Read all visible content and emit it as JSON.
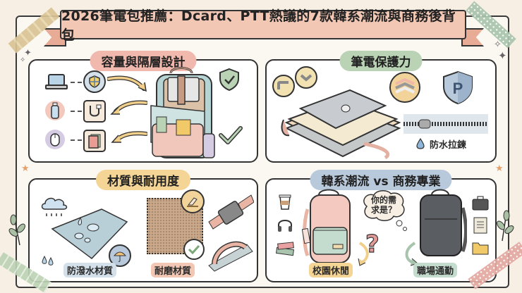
{
  "title": "2026筆電包推薦：Dcard、PTT熱議的7款韓系潮流與商務後背包",
  "panels": [
    {
      "id": "capacity",
      "heading": "容量與隔層設計",
      "color": "#f1b9ad",
      "icons": [
        "laptop-icon",
        "shield-icon",
        "water-bottle-icon",
        "cable-icon",
        "mouse-icon",
        "notebook-icon",
        "backpack-open-icon",
        "check-shield-icon",
        "checkmark-icon"
      ]
    },
    {
      "id": "protection",
      "heading": "筆電保護力",
      "color": "#b9d3b4",
      "labels": {
        "zipper": "防水拉鍊"
      },
      "icons": [
        "laptop-sleeve-icon",
        "corner-padding-icon",
        "layer-padding-icon",
        "p-shield-icon",
        "zipper-icon",
        "water-drop-icon"
      ]
    },
    {
      "id": "material",
      "heading": "材質與耐用度",
      "color": "#f4d596",
      "labels": {
        "waterproof": "防潑水材質",
        "abrasion": "耐磨材質"
      },
      "icons": [
        "rain-cloud-icon",
        "water-repellent-fabric-icon",
        "umbrella-icon",
        "fabric-swatch-icon",
        "hand-scratch-icon",
        "check-icon",
        "buckle-icon",
        "handle-icon"
      ]
    },
    {
      "id": "style",
      "heading": "韓系潮流 vs 商務專業",
      "color": "#b9c9dc",
      "labels": {
        "question": "你的需求是？",
        "casual": "校園休閒",
        "business": "職場通勤"
      },
      "icons": [
        "coffee-cup-icon",
        "headphones-icon",
        "books-icon",
        "pink-backpack-icon",
        "thought-bubble-icon",
        "question-mark-icon",
        "gray-backpack-icon",
        "briefcase-icon",
        "document-icon",
        "folder-icon"
      ]
    }
  ],
  "colors": {
    "background": "#f7efe3",
    "banner": "#f2c7b4",
    "ink": "#333333"
  }
}
